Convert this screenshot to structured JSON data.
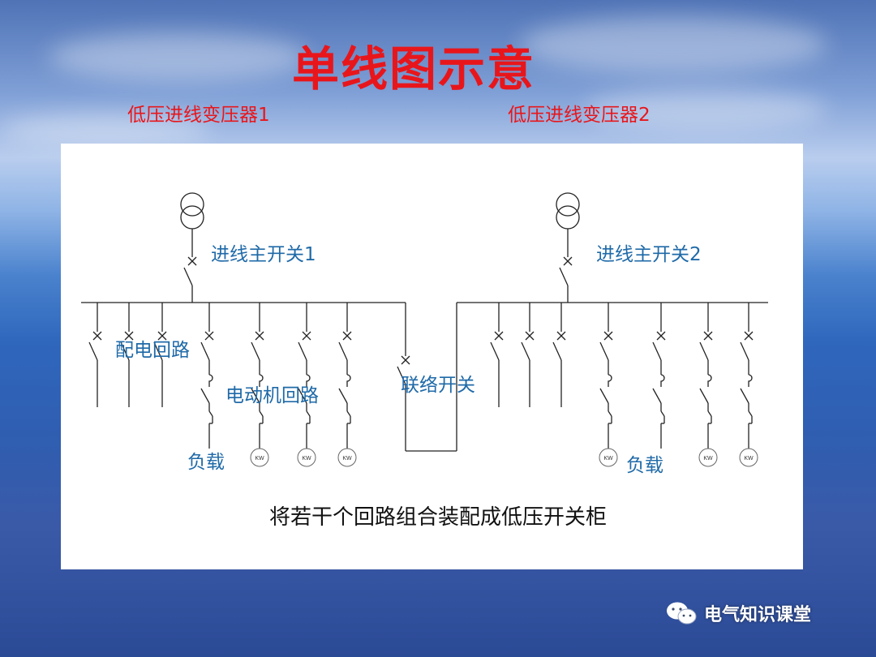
{
  "slide": {
    "title": "单线图示意",
    "transformer_1_label": "低压进线变压器1",
    "transformer_2_label": "低压进线变压器2"
  },
  "diagram": {
    "main_switch_1": "进线主开关1",
    "main_switch_2": "进线主开关2",
    "distribution_circuit": "配电回路",
    "motor_circuit": "电动机回路",
    "tie_switch": "联络开关",
    "load_1": "负载",
    "load_2": "负载",
    "motor_symbol": "KW",
    "caption": "将若干个回路组合装配成低压开关柜"
  },
  "watermark": {
    "icon": "wechat-icon",
    "text": "电气知识课堂"
  }
}
